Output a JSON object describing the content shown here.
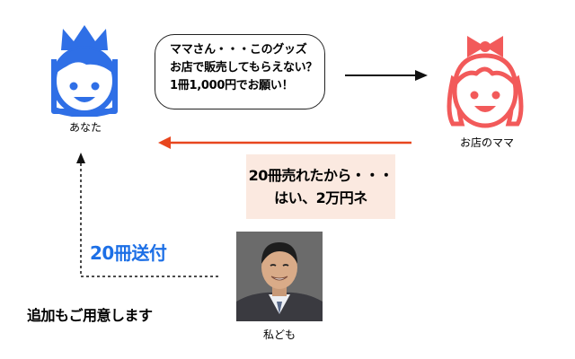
{
  "you": {
    "label": "あなた",
    "icon": "crowned-boy-icon",
    "color": "#2f6fe6"
  },
  "mama": {
    "label": "お店のママ",
    "icon": "bow-girl-icon",
    "color": "#f25a5a"
  },
  "me": {
    "label": "私ども",
    "icon": "person-photo"
  },
  "request_bubble": {
    "lines": [
      "ママさん・・・このグッズ",
      "お店で販売してもらえない？",
      "1冊1,000円でお願い！"
    ]
  },
  "reply_box": {
    "lines": [
      "20冊売れたから・・・",
      "はい、2万円ネ"
    ]
  },
  "shipping_label": "20冊送付",
  "extra_note": "追加もご用意します",
  "colors": {
    "black_arrow": "#111111",
    "red_arrow": "#e8461e",
    "reply_bg": "#fbe9e0",
    "shipping_text": "#1c6fe6"
  }
}
